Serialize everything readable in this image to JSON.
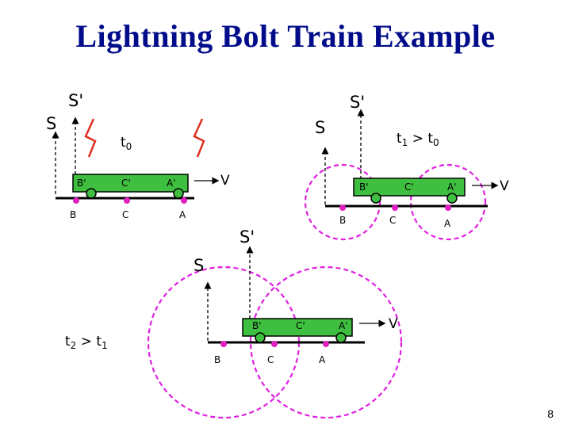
{
  "title": "Lightning Bolt Train Example",
  "page_number": "8",
  "frames": {
    "ground": "S",
    "moving": "S'"
  },
  "points": {
    "B_prime": "B'",
    "C_prime": "C'",
    "A_prime": "A'",
    "B": "B",
    "C": "C",
    "A": "A"
  },
  "velocity": "V",
  "panels": {
    "panel1": {
      "time": "t",
      "time_sub": "0"
    },
    "panel2": {
      "time_a": "t",
      "time_a_sub": "1",
      "relation": " > ",
      "time_b": "t",
      "time_b_sub": "0"
    },
    "panel3": {
      "time_a": "t",
      "time_a_sub": "2",
      "relation": " > ",
      "time_b": "t",
      "time_b_sub": "1"
    }
  },
  "colors": {
    "title": "#000c8a",
    "train_fill": "#3fbf3f",
    "event_point": "#e020c0",
    "lightning": "#e03020",
    "wavefront": "#e020e0"
  }
}
